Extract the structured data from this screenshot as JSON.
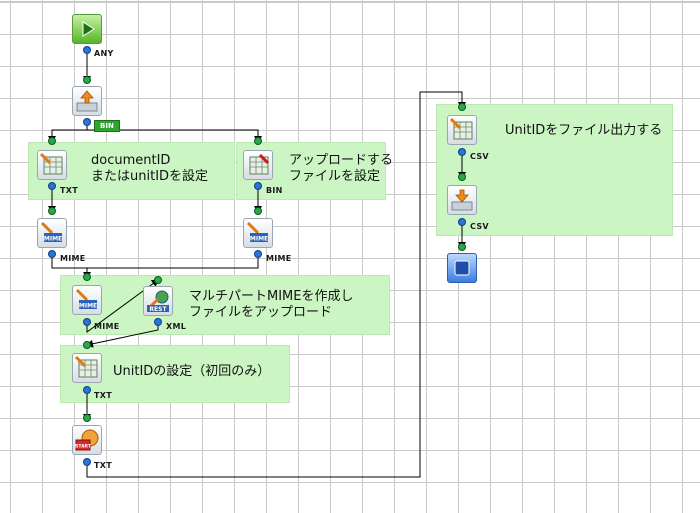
{
  "notes": {
    "n1": [
      "documentID",
      "またはunitIDを設定"
    ],
    "n2": [
      "アップロードする",
      "ファイルを設定"
    ],
    "n3": [
      "マルチパートMIMEを作成し",
      "ファイルをアップロード"
    ],
    "n4": "UnitIDの設定（初回のみ）",
    "n5": "UnitIDをファイル出力する"
  },
  "port_labels": {
    "start_out": "ANY",
    "read_out": "BIN",
    "setid_out": "TXT",
    "setfile_out": "BIN",
    "mime1_out": "MIME",
    "mime2_out": "MIME",
    "mime3_out": "MIME",
    "rest_out": "XML",
    "unitid_out": "TXT",
    "script_out": "TXT",
    "write_out": "CSV",
    "csv_out": "CSV"
  },
  "icons": {
    "start": "play-icon",
    "read": "disk-read-icon",
    "setid": "spreadsheet-mapper-icon",
    "setfile": "file-mapper-icon",
    "mime1": "mime-icon",
    "mime2": "mime-icon",
    "mime3": "mime-icon",
    "rest": "rest-icon",
    "unitid": "spreadsheet-mapper-icon",
    "script": "script-icon",
    "write": "spreadsheet-mapper-icon",
    "csv": "disk-write-icon",
    "stop": "stop-icon"
  },
  "colors": {
    "note_bg": "#ccf5c4",
    "out_port": "#2d73d6",
    "in_port": "#2ba84a",
    "wire": "#000000"
  }
}
